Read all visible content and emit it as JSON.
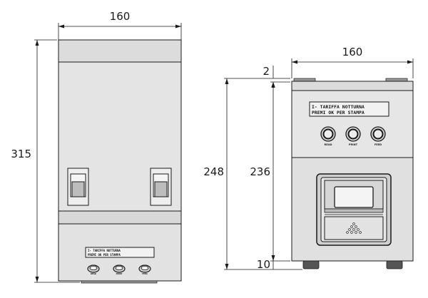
{
  "dimensions": {
    "front_width": "160",
    "front_height": "315",
    "side_width": "160",
    "side_total_height": "248",
    "side_body_height": "236",
    "side_top_offset": "2",
    "side_feet_height": "10"
  },
  "display": {
    "line1": "I- TARIFFA NOTTURNA",
    "line2": "PREMI OK PER STAMPA"
  },
  "buttons": [
    {
      "label": "READ"
    },
    {
      "label": "PRINT"
    },
    {
      "label": "FEED"
    }
  ],
  "colors": {
    "line": "#1a1a1a",
    "panel": "#dedede",
    "panel_light": "#e9e9e9",
    "panel_dark": "#c4c4c4"
  }
}
